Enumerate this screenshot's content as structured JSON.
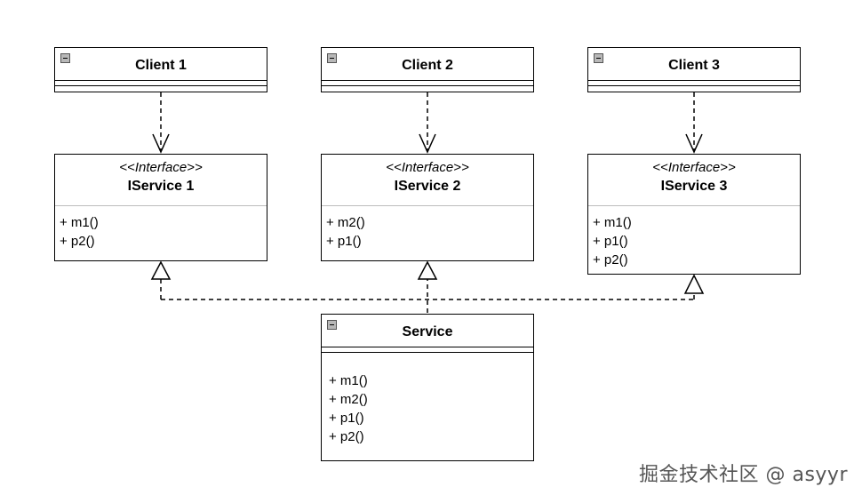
{
  "clients": [
    {
      "name": "Client 1"
    },
    {
      "name": "Client 2"
    },
    {
      "name": "Client 3"
    }
  ],
  "interfaces": [
    {
      "stereotype": "<<Interface>>",
      "name": "IService 1",
      "members": [
        "+ m1()",
        "+ p2()"
      ]
    },
    {
      "stereotype": "<<Interface>>",
      "name": "IService 2",
      "members": [
        "+ m2()",
        "+ p1()"
      ]
    },
    {
      "stereotype": "<<Interface>>",
      "name": "IService 3",
      "members": [
        "+ m1()",
        "+ p1()",
        "+ p2()"
      ]
    }
  ],
  "service": {
    "name": "Service",
    "members": [
      "+ m1()",
      "+ m2()",
      "+ p1()",
      "+ p2()"
    ]
  },
  "watermark": "掘金技术社区 @ asyyr"
}
